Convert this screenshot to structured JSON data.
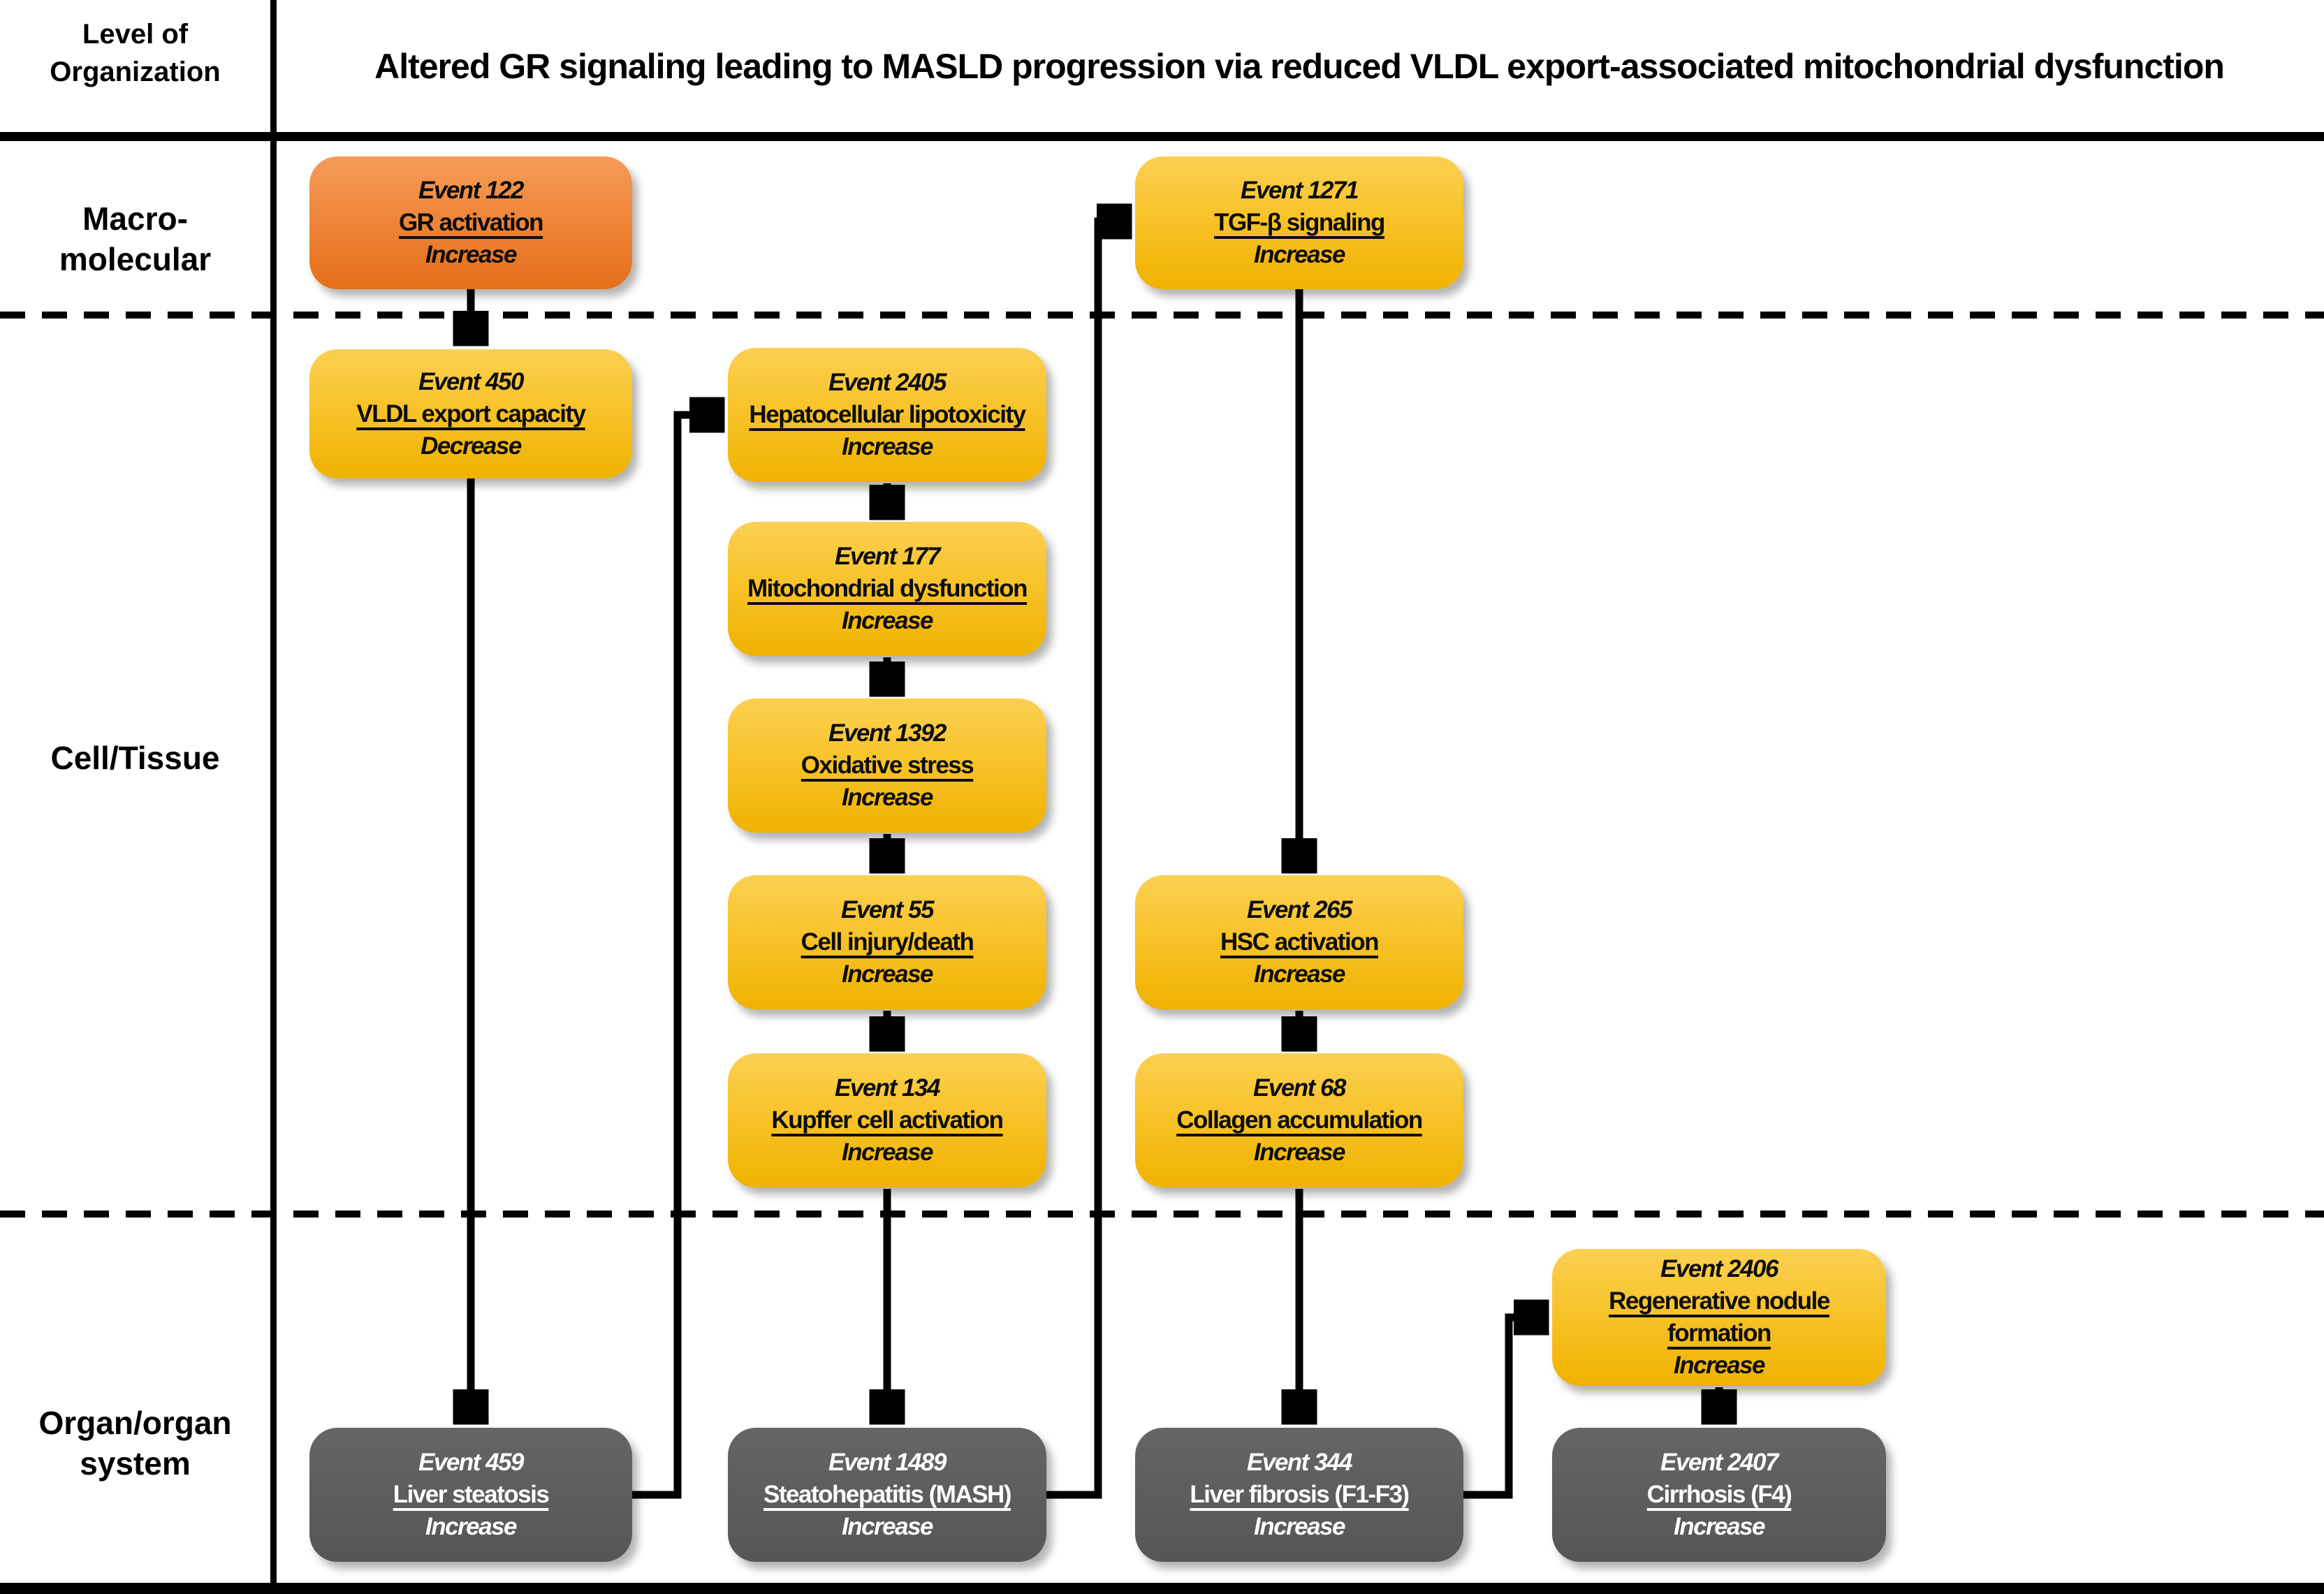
{
  "header": {
    "column_label": [
      "Level of",
      "Organization"
    ],
    "title": "Altered GR signaling leading to MASLD progression via reduced VLDL export-associated mitochondrial dysfunction"
  },
  "levels": [
    {
      "id": "macromolecular",
      "lines": [
        "Macro-",
        "molecular"
      ]
    },
    {
      "id": "cell-tissue",
      "lines": [
        "Cell/Tissue"
      ]
    },
    {
      "id": "organ-system",
      "lines": [
        "Organ/organ",
        "system"
      ]
    }
  ],
  "nodes": [
    {
      "id": "122",
      "event": "Event 122",
      "name": "GR activation",
      "direction": "Increase",
      "level": "Macro-molecular",
      "style": "orange"
    },
    {
      "id": "450",
      "event": "Event 450",
      "name": "VLDL export capacity",
      "direction": "Decrease",
      "level": "Cell/Tissue",
      "style": "yellow"
    },
    {
      "id": "2405",
      "event": "Event 2405",
      "name": "Hepatocellular lipotoxicity",
      "direction": "Increase",
      "level": "Cell/Tissue",
      "style": "yellow"
    },
    {
      "id": "177",
      "event": "Event 177",
      "name": "Mitochondrial dysfunction",
      "direction": "Increase",
      "level": "Cell/Tissue",
      "style": "yellow"
    },
    {
      "id": "1392",
      "event": "Event 1392",
      "name": "Oxidative stress",
      "direction": "Increase",
      "level": "Cell/Tissue",
      "style": "yellow"
    },
    {
      "id": "55",
      "event": "Event 55",
      "name": "Cell injury/death",
      "direction": "Increase",
      "level": "Cell/Tissue",
      "style": "yellow"
    },
    {
      "id": "134",
      "event": "Event 134",
      "name": "Kupffer cell activation",
      "direction": "Increase",
      "level": "Cell/Tissue",
      "style": "yellow"
    },
    {
      "id": "1271",
      "event": "Event 1271",
      "name": "TGF-β signaling",
      "direction": "Increase",
      "level": "Macro-molecular",
      "style": "yellow"
    },
    {
      "id": "265",
      "event": "Event 265",
      "name": "HSC activation",
      "direction": "Increase",
      "level": "Cell/Tissue",
      "style": "yellow"
    },
    {
      "id": "68",
      "event": "Event 68",
      "name": "Collagen accumulation",
      "direction": "Increase",
      "level": "Cell/Tissue",
      "style": "yellow"
    },
    {
      "id": "2406",
      "event": "Event 2406",
      "name": "Regenerative nodule formation",
      "direction": "Increase",
      "level": "Organ/organ system",
      "style": "yellow"
    },
    {
      "id": "459",
      "event": "Event 459",
      "name": "Liver steatosis",
      "direction": "Increase",
      "level": "Organ/organ system",
      "style": "gray"
    },
    {
      "id": "1489",
      "event": "Event 1489",
      "name": "Steatohepatitis (MASH)",
      "direction": "Increase",
      "level": "Organ/organ system",
      "style": "gray"
    },
    {
      "id": "344",
      "event": "Event 344",
      "name": "Liver fibrosis (F1-F3)",
      "direction": "Increase",
      "level": "Organ/organ system",
      "style": "gray"
    },
    {
      "id": "2407",
      "event": "Event 2407",
      "name": "Cirrhosis (F4)",
      "direction": "Increase",
      "level": "Organ/organ system",
      "style": "gray"
    }
  ],
  "edges": [
    {
      "from": "122",
      "to": "450"
    },
    {
      "from": "450",
      "to": "459"
    },
    {
      "from": "459",
      "to": "2405"
    },
    {
      "from": "2405",
      "to": "177"
    },
    {
      "from": "177",
      "to": "1392"
    },
    {
      "from": "1392",
      "to": "55"
    },
    {
      "from": "55",
      "to": "134"
    },
    {
      "from": "134",
      "to": "1489"
    },
    {
      "from": "1489",
      "to": "1271"
    },
    {
      "from": "1271",
      "to": "265"
    },
    {
      "from": "265",
      "to": "68"
    },
    {
      "from": "68",
      "to": "344"
    },
    {
      "from": "344",
      "to": "2406"
    },
    {
      "from": "2406",
      "to": "2407"
    }
  ],
  "colors": {
    "mie_orange": "#EE8437",
    "ke_yellow": "#F7C125",
    "ao_gray": "#5E5E5E",
    "line_black": "#000000",
    "background": "#FFFFFF"
  }
}
